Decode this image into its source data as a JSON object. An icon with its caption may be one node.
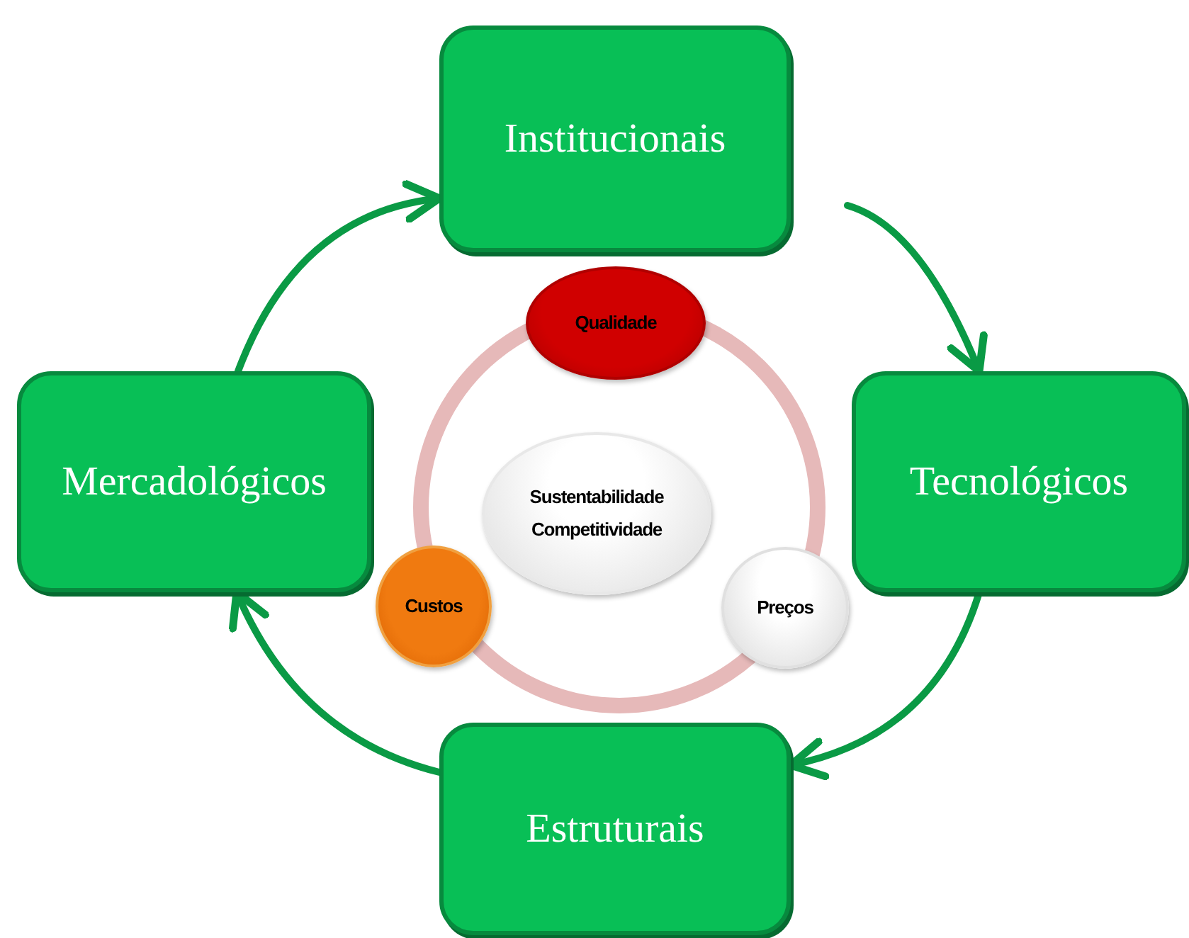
{
  "diagram": {
    "nodes": [
      {
        "text": [
          "Institucionais"
        ]
      },
      {
        "text": [
          "Tecnológicos"
        ]
      },
      {
        "text": [
          "Estruturais"
        ]
      },
      {
        "text": [
          "Mercadológicos"
        ]
      },
      {
        "text": [
          "Qualidade"
        ]
      },
      {
        "text": [
          "Sustentabilidade Competitividade"
        ]
      },
      {
        "text": [
          "Custos"
        ]
      },
      {
        "text": [
          "Preços"
        ]
      }
    ],
    "edges": [
      {
        "from": 3,
        "to": 0,
        "arrow": "to"
      },
      {
        "from": 0,
        "to": 1,
        "arrow": "to"
      },
      {
        "from": 1,
        "to": 2,
        "arrow": "to"
      },
      {
        "from": 2,
        "to": 3,
        "arrow": "to"
      }
    ]
  }
}
